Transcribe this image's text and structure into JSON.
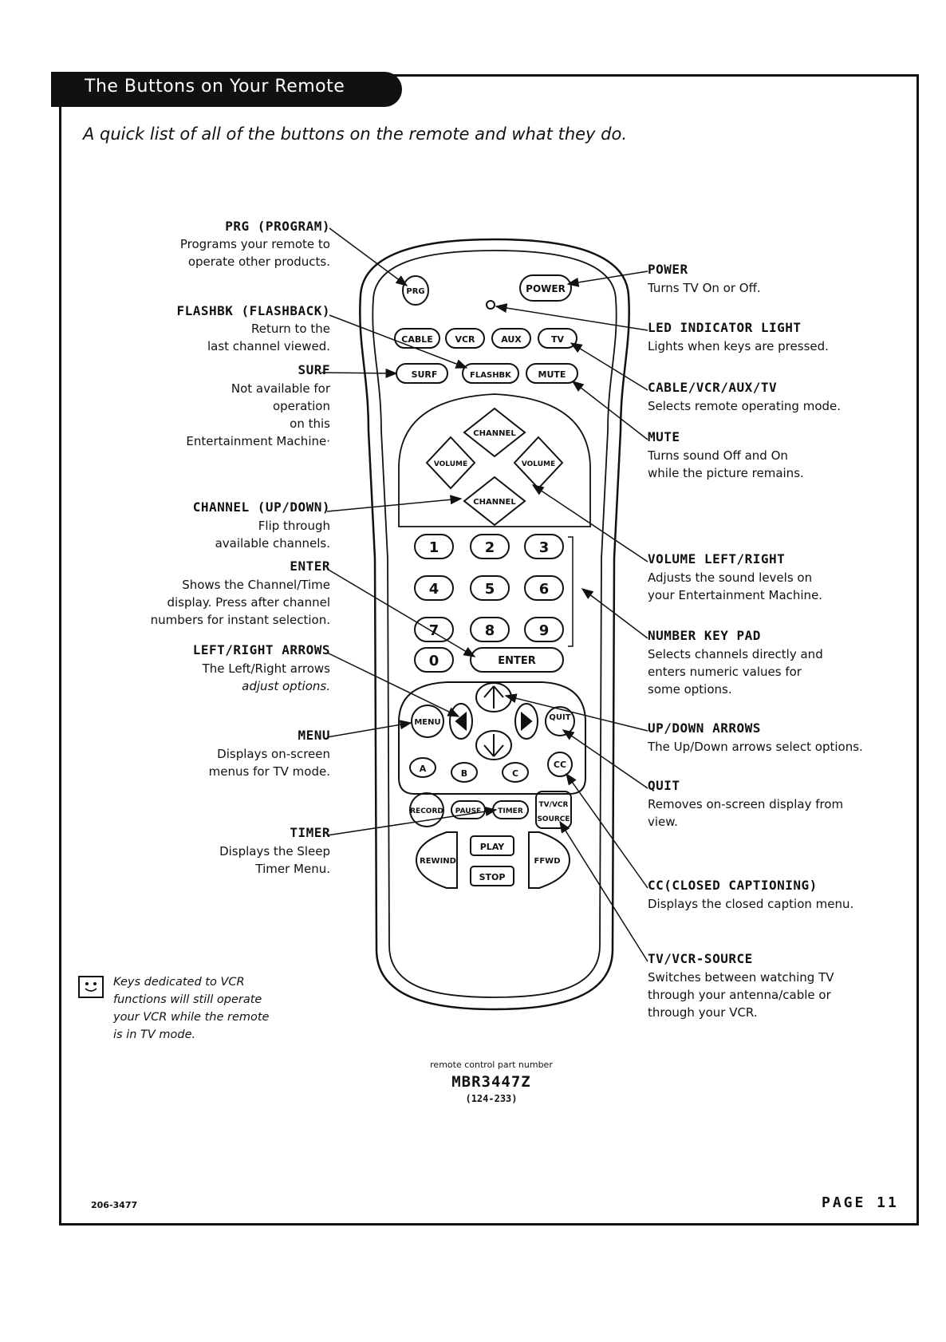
{
  "header": {
    "title": "The Buttons on Your Remote"
  },
  "subtitle": "A quick list of all of the buttons on the remote and what they do.",
  "left_callouts": [
    {
      "label": "PRG (PROGRAM)",
      "desc": [
        "Programs your remote to",
        "operate other products."
      ]
    },
    {
      "label": "FLASHBK (FLASHBACK)",
      "desc": [
        "Return to the",
        "last channel viewed."
      ]
    },
    {
      "label": "SURF",
      "desc": [
        "Not available for",
        "operation",
        "on this",
        "Entertainment Machine·"
      ]
    },
    {
      "label": "CHANNEL (UP/DOWN)",
      "desc": [
        "Flip through",
        "available channels."
      ]
    },
    {
      "label": "ENTER",
      "desc": [
        "Shows the Channel/Time",
        "display. Press after channel",
        "numbers for instant selection."
      ]
    },
    {
      "label": "LEFT/RIGHT ARROWS",
      "desc": [
        "The Left/Right arrows",
        "adjust options."
      ]
    },
    {
      "label": "MENU",
      "desc": [
        "Displays on-screen",
        "menus for TV mode."
      ]
    },
    {
      "label": "TIMER",
      "desc": [
        "Displays the Sleep",
        "Timer Menu."
      ]
    }
  ],
  "right_callouts": [
    {
      "label": "POWER",
      "desc": [
        "Turns TV On or Off."
      ]
    },
    {
      "label": "LED INDICATOR LIGHT",
      "desc": [
        "Lights when keys are pressed."
      ]
    },
    {
      "label": "CABLE/VCR/AUX/TV",
      "desc": [
        "Selects remote operating mode."
      ]
    },
    {
      "label": "MUTE",
      "desc": [
        "Turns sound Off and On",
        "while the picture remains."
      ]
    },
    {
      "label": "VOLUME LEFT/RIGHT",
      "desc": [
        "Adjusts the sound levels on",
        "your Entertainment Machine."
      ]
    },
    {
      "label": "NUMBER KEY PAD",
      "desc": [
        "Selects channels directly and",
        "enters numeric values for",
        "some options."
      ]
    },
    {
      "label": "UP/DOWN ARROWS",
      "desc": [
        "The Up/Down arrows select options."
      ]
    },
    {
      "label": "QUIT",
      "desc": [
        "Removes on-screen display from",
        "view."
      ]
    },
    {
      "label": "CC(CLOSED CAPTIONING)",
      "desc": [
        "Displays the closed caption menu."
      ]
    },
    {
      "label": "TV/VCR-SOURCE",
      "desc": [
        "Switches between watching TV",
        "through your antenna/cable or",
        "through your VCR."
      ]
    }
  ],
  "remote": {
    "buttons": {
      "prg": "PRG",
      "power": "POWER",
      "cable": "CABLE",
      "vcr": "VCR",
      "aux": "AUX",
      "tv": "TV",
      "surf": "SURF",
      "flashbk": "FLASHBK",
      "mute": "MUTE",
      "channel_up": "CHANNEL",
      "channel_down": "CHANNEL",
      "volume_left": "VOLUME",
      "volume_right": "VOLUME",
      "digits": [
        "1",
        "2",
        "3",
        "4",
        "5",
        "6",
        "7",
        "8",
        "9",
        "0"
      ],
      "enter": "ENTER",
      "menu": "MENU",
      "quit": "QUIT",
      "a": "A",
      "b": "B",
      "c": "C",
      "cc": "CC",
      "record": "RECORD",
      "pause": "PAUSE",
      "timer": "TIMER",
      "tvvcr": "TV/VCR",
      "source": "SOURCE",
      "rewind": "REWIND",
      "play": "PLAY",
      "stop": "STOP",
      "ffwd": "FFWD"
    }
  },
  "note": {
    "icon": "vcr-face-icon",
    "lines": [
      "Keys dedicated to VCR",
      "functions will still operate",
      "your VCR while the remote",
      "is in TV mode."
    ]
  },
  "part": {
    "caption": "remote control part number",
    "number": "MBR3447Z",
    "code": "(124-233)"
  },
  "footer": {
    "doc_code": "206-3477",
    "page": "PAGE 11"
  }
}
